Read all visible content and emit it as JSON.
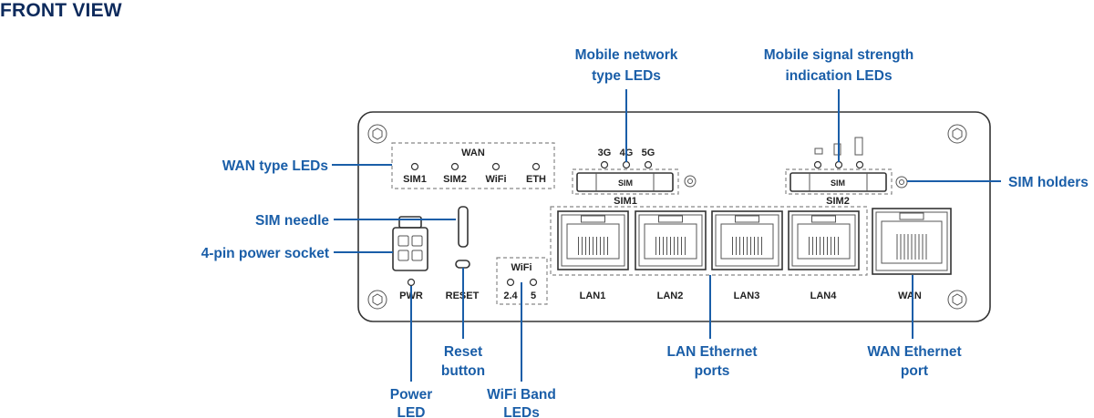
{
  "title": "FRONT VIEW",
  "callouts": {
    "mobile_network": [
      "Mobile network",
      "type LEDs"
    ],
    "signal_strength": [
      "Mobile signal strength",
      "indication LEDs"
    ],
    "wan_type": "WAN type LEDs",
    "sim_holders": "SIM holders",
    "sim_needle": "SIM needle",
    "power_socket": "4-pin power socket",
    "reset": [
      "Reset",
      "button"
    ],
    "power_led": [
      "Power",
      "LED"
    ],
    "wifi_band": [
      "WiFi Band",
      "LEDs"
    ],
    "lan_ports": [
      "LAN Ethernet",
      "ports"
    ],
    "wan_port": [
      "WAN Ethernet",
      "port"
    ]
  },
  "device": {
    "wan_group_title": "WAN",
    "wan_leds": [
      "SIM1",
      "SIM2",
      "WiFi",
      "ETH"
    ],
    "network_types": [
      "3G",
      "4G",
      "5G"
    ],
    "sim_slot_label": "SIM",
    "sim1_label": "SIM1",
    "sim2_label": "SIM2",
    "wifi_group_title": "WiFi",
    "wifi_bands": [
      "2.4",
      "5"
    ],
    "pwr_label": "PWR",
    "reset_label": "RESET",
    "lan_ports": [
      "LAN1",
      "LAN2",
      "LAN3",
      "LAN4"
    ],
    "wan_port_label": "WAN"
  },
  "colors": {
    "callout": "#1a5ea8",
    "heading": "#0d2a5c"
  }
}
